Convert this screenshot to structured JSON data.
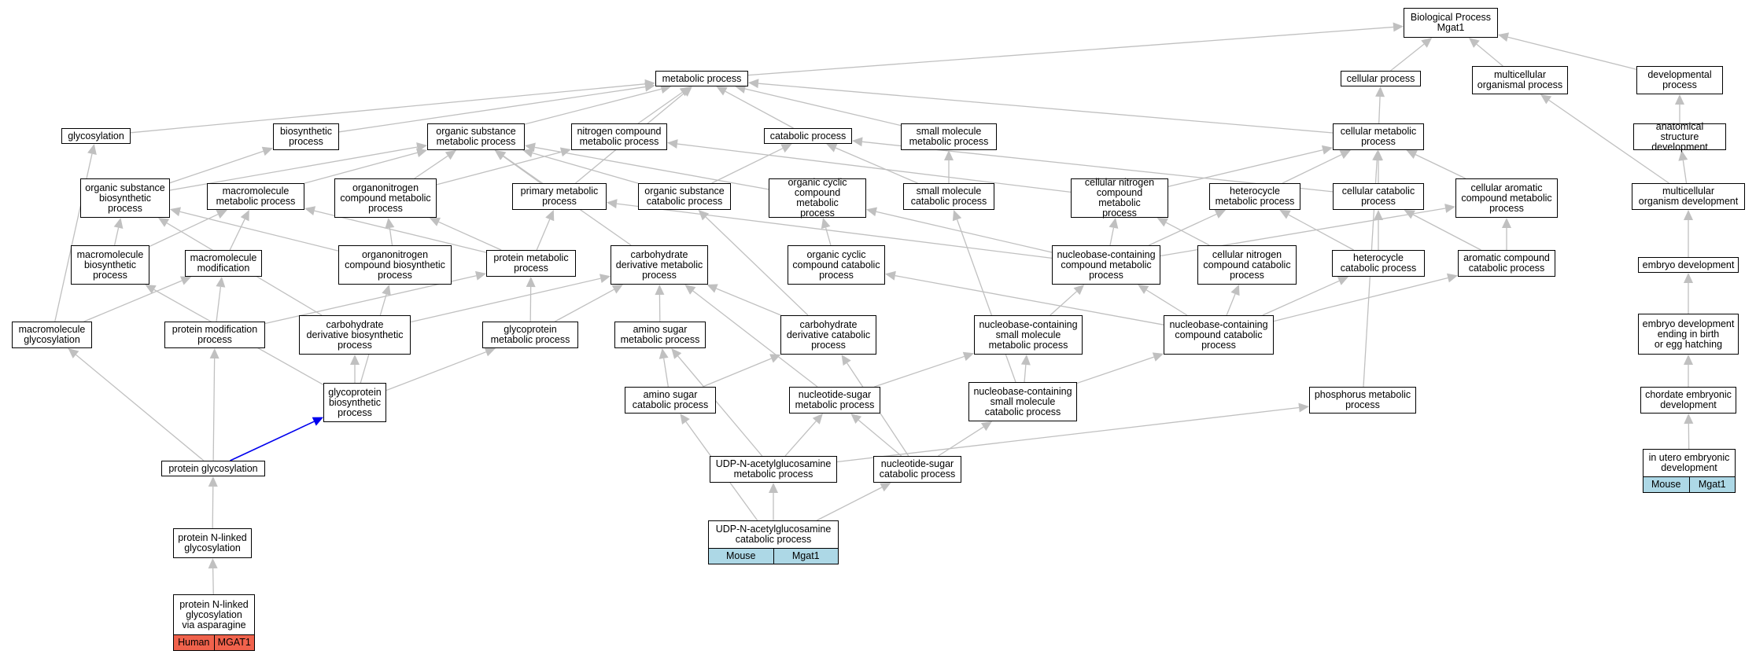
{
  "colors": {
    "edge": "#c0c0c0",
    "highlight_edge": "#0000ee",
    "mouse_tag": "#add8e6",
    "human_tag": "#f0624c",
    "node_border": "#000000"
  },
  "nodes": [
    {
      "id": "bp",
      "label": "Biological Process\nMgat1"
    },
    {
      "id": "metabolic",
      "label": "metabolic process"
    },
    {
      "id": "cellular_process",
      "label": "cellular process"
    },
    {
      "id": "multicellular_organismal",
      "label": "multicellular\norganismal process"
    },
    {
      "id": "developmental",
      "label": "developmental\nprocess"
    },
    {
      "id": "glycosylation",
      "label": "glycosylation"
    },
    {
      "id": "biosynthetic",
      "label": "biosynthetic\nprocess"
    },
    {
      "id": "organic_substance_metabolic",
      "label": "organic substance\nmetabolic process"
    },
    {
      "id": "nitrogen_compound_metabolic",
      "label": "nitrogen compound\nmetabolic process"
    },
    {
      "id": "catabolic",
      "label": "catabolic process"
    },
    {
      "id": "small_molecule_metabolic",
      "label": "small molecule\nmetabolic process"
    },
    {
      "id": "cellular_metabolic",
      "label": "cellular metabolic\nprocess"
    },
    {
      "id": "anatomical_structure_development",
      "label": "anatomical structure\ndevelopment"
    },
    {
      "id": "organic_substance_biosynthetic",
      "label": "organic substance\nbiosynthetic\nprocess"
    },
    {
      "id": "macromolecule_metabolic",
      "label": "macromolecule\nmetabolic process"
    },
    {
      "id": "organonitrogen_compound_metabolic",
      "label": "organonitrogen\ncompound metabolic\nprocess"
    },
    {
      "id": "primary_metabolic",
      "label": "primary metabolic\nprocess"
    },
    {
      "id": "organic_substance_catabolic",
      "label": "organic substance\ncatabolic process"
    },
    {
      "id": "organic_cyclic_compound_metabolic",
      "label": "organic cyclic\ncompound metabolic\nprocess"
    },
    {
      "id": "small_molecule_catabolic",
      "label": "small molecule\ncatabolic process"
    },
    {
      "id": "cellular_nitrogen_compound_metabolic",
      "label": "cellular nitrogen\ncompound metabolic\nprocess"
    },
    {
      "id": "heterocycle_metabolic",
      "label": "heterocycle\nmetabolic process"
    },
    {
      "id": "cellular_catabolic",
      "label": "cellular catabolic\nprocess"
    },
    {
      "id": "cellular_aromatic_compound_metabolic",
      "label": "cellular aromatic\ncompound metabolic\nprocess"
    },
    {
      "id": "multicellular_organism_development",
      "label": "multicellular\norganism development"
    },
    {
      "id": "macromolecule_biosynthetic",
      "label": "macromolecule\nbiosynthetic\nprocess"
    },
    {
      "id": "macromolecule_modification",
      "label": "macromolecule\nmodification"
    },
    {
      "id": "organonitrogen_compound_biosynthetic",
      "label": "organonitrogen\ncompound biosynthetic\nprocess"
    },
    {
      "id": "protein_metabolic",
      "label": "protein metabolic\nprocess"
    },
    {
      "id": "carbohydrate_derivative_metabolic",
      "label": "carbohydrate\nderivative metabolic\nprocess"
    },
    {
      "id": "organic_cyclic_compound_catabolic",
      "label": "organic cyclic\ncompound catabolic\nprocess"
    },
    {
      "id": "nucleobase_containing_compound_metabolic",
      "label": "nucleobase-containing\ncompound metabolic\nprocess"
    },
    {
      "id": "cellular_nitrogen_compound_catabolic",
      "label": "cellular nitrogen\ncompound catabolic\nprocess"
    },
    {
      "id": "heterocycle_catabolic",
      "label": "heterocycle\ncatabolic process"
    },
    {
      "id": "aromatic_compound_catabolic",
      "label": "aromatic compound\ncatabolic process"
    },
    {
      "id": "embryo_development",
      "label": "embryo development"
    },
    {
      "id": "macromolecule_glycosylation",
      "label": "macromolecule\nglycosylation"
    },
    {
      "id": "protein_modification",
      "label": "protein modification\nprocess"
    },
    {
      "id": "carbohydrate_derivative_biosynthetic",
      "label": "carbohydrate\nderivative biosynthetic\nprocess"
    },
    {
      "id": "glycoprotein_metabolic",
      "label": "glycoprotein\nmetabolic process"
    },
    {
      "id": "amino_sugar_metabolic",
      "label": "amino sugar\nmetabolic process"
    },
    {
      "id": "carbohydrate_derivative_catabolic",
      "label": "carbohydrate\nderivative catabolic\nprocess"
    },
    {
      "id": "nucleobase_containing_small_molecule_metabolic",
      "label": "nucleobase-containing\nsmall molecule\nmetabolic process"
    },
    {
      "id": "nucleobase_containing_compound_catabolic",
      "label": "nucleobase-containing\ncompound catabolic\nprocess"
    },
    {
      "id": "embryo_development_birth",
      "label": "embryo development\nending in birth\nor egg hatching"
    },
    {
      "id": "glycoprotein_biosynthetic",
      "label": "glycoprotein\nbiosynthetic\nprocess"
    },
    {
      "id": "amino_sugar_catabolic",
      "label": "amino sugar\ncatabolic process"
    },
    {
      "id": "nucleotide_sugar_metabolic",
      "label": "nucleotide-sugar\nmetabolic process"
    },
    {
      "id": "nucleobase_containing_small_molecule_catabolic",
      "label": "nucleobase-containing\nsmall molecule\ncatabolic process"
    },
    {
      "id": "phosphorus_metabolic",
      "label": "phosphorus metabolic\nprocess"
    },
    {
      "id": "chordate_embryonic_development",
      "label": "chordate embryonic\ndevelopment"
    },
    {
      "id": "protein_glycosylation",
      "label": "protein glycosylation"
    },
    {
      "id": "udp_glcnac_metabolic",
      "label": "UDP-N-acetylglucosamine\nmetabolic process"
    },
    {
      "id": "nucleotide_sugar_catabolic",
      "label": "nucleotide-sugar\ncatabolic process"
    },
    {
      "id": "in_utero_embryonic_development",
      "label": "in utero embryonic\ndevelopment",
      "tag": [
        "Mouse",
        "Mgat1"
      ],
      "tag_color": "mouse"
    },
    {
      "id": "protein_n_linked_glycosylation",
      "label": "protein N-linked\nglycosylation"
    },
    {
      "id": "udp_glcnac_catabolic",
      "label": "UDP-N-acetylglucosamine\ncatabolic process",
      "tag": [
        "Mouse",
        "Mgat1"
      ],
      "tag_color": "mouse"
    },
    {
      "id": "protein_n_linked_glycosylation_asparagine",
      "label": "protein N-linked\nglycosylation\nvia asparagine",
      "tag": [
        "Human",
        "MGAT1"
      ],
      "tag_color": "human"
    }
  ],
  "edges": [
    [
      "metabolic",
      "bp"
    ],
    [
      "cellular_process",
      "bp"
    ],
    [
      "multicellular_organismal",
      "bp"
    ],
    [
      "developmental",
      "bp"
    ],
    [
      "glycosylation",
      "metabolic"
    ],
    [
      "biosynthetic",
      "metabolic"
    ],
    [
      "organic_substance_metabolic",
      "metabolic"
    ],
    [
      "nitrogen_compound_metabolic",
      "metabolic"
    ],
    [
      "catabolic",
      "metabolic"
    ],
    [
      "small_molecule_metabolic",
      "metabolic"
    ],
    [
      "cellular_metabolic",
      "metabolic"
    ],
    [
      "primary_metabolic",
      "metabolic"
    ],
    [
      "cellular_metabolic",
      "cellular_process"
    ],
    [
      "multicellular_organism_development",
      "multicellular_organismal"
    ],
    [
      "anatomical_structure_development",
      "developmental"
    ],
    [
      "multicellular_organism_development",
      "anatomical_structure_development"
    ],
    [
      "organic_substance_biosynthetic",
      "biosynthetic"
    ],
    [
      "organic_substance_biosynthetic",
      "organic_substance_metabolic"
    ],
    [
      "macromolecule_metabolic",
      "organic_substance_metabolic"
    ],
    [
      "organonitrogen_compound_metabolic",
      "organic_substance_metabolic"
    ],
    [
      "organonitrogen_compound_metabolic",
      "nitrogen_compound_metabolic"
    ],
    [
      "primary_metabolic",
      "organic_substance_metabolic"
    ],
    [
      "organic_substance_catabolic",
      "organic_substance_metabolic"
    ],
    [
      "organic_substance_catabolic",
      "catabolic"
    ],
    [
      "small_molecule_catabolic",
      "catabolic"
    ],
    [
      "small_molecule_catabolic",
      "small_molecule_metabolic"
    ],
    [
      "cellular_catabolic",
      "catabolic"
    ],
    [
      "cellular_catabolic",
      "cellular_metabolic"
    ],
    [
      "cellular_nitrogen_compound_metabolic",
      "cellular_metabolic"
    ],
    [
      "heterocycle_metabolic",
      "cellular_metabolic"
    ],
    [
      "cellular_aromatic_compound_metabolic",
      "cellular_metabolic"
    ],
    [
      "cellular_nitrogen_compound_metabolic",
      "nitrogen_compound_metabolic"
    ],
    [
      "organic_cyclic_compound_metabolic",
      "organic_substance_metabolic"
    ],
    [
      "macromolecule_biosynthetic",
      "organic_substance_biosynthetic"
    ],
    [
      "macromolecule_biosynthetic",
      "macromolecule_metabolic"
    ],
    [
      "macromolecule_modification",
      "macromolecule_metabolic"
    ],
    [
      "organonitrogen_compound_biosynthetic",
      "organonitrogen_compound_metabolic"
    ],
    [
      "organonitrogen_compound_biosynthetic",
      "organic_substance_biosynthetic"
    ],
    [
      "protein_metabolic",
      "macromolecule_metabolic"
    ],
    [
      "protein_metabolic",
      "organonitrogen_compound_metabolic"
    ],
    [
      "protein_metabolic",
      "primary_metabolic"
    ],
    [
      "carbohydrate_derivative_metabolic",
      "organic_substance_metabolic"
    ],
    [
      "organic_cyclic_compound_catabolic",
      "organic_cyclic_compound_metabolic"
    ],
    [
      "nucleobase_containing_compound_metabolic",
      "cellular_nitrogen_compound_metabolic"
    ],
    [
      "nucleobase_containing_compound_metabolic",
      "heterocycle_metabolic"
    ],
    [
      "nucleobase_containing_compound_metabolic",
      "organic_cyclic_compound_metabolic"
    ],
    [
      "nucleobase_containing_compound_metabolic",
      "cellular_aromatic_compound_metabolic"
    ],
    [
      "nucleobase_containing_compound_metabolic",
      "primary_metabolic"
    ],
    [
      "cellular_nitrogen_compound_catabolic",
      "cellular_nitrogen_compound_metabolic"
    ],
    [
      "heterocycle_catabolic",
      "heterocycle_metabolic"
    ],
    [
      "heterocycle_catabolic",
      "cellular_catabolic"
    ],
    [
      "aromatic_compound_catabolic",
      "cellular_aromatic_compound_metabolic"
    ],
    [
      "aromatic_compound_catabolic",
      "cellular_catabolic"
    ],
    [
      "embryo_development",
      "multicellular_organism_development"
    ],
    [
      "macromolecule_glycosylation",
      "glycosylation"
    ],
    [
      "macromolecule_glycosylation",
      "macromolecule_modification"
    ],
    [
      "protein_modification",
      "macromolecule_modification"
    ],
    [
      "protein_modification",
      "protein_metabolic"
    ],
    [
      "carbohydrate_derivative_biosynthetic",
      "carbohydrate_derivative_metabolic"
    ],
    [
      "carbohydrate_derivative_biosynthetic",
      "organic_substance_biosynthetic"
    ],
    [
      "glycoprotein_metabolic",
      "carbohydrate_derivative_metabolic"
    ],
    [
      "glycoprotein_metabolic",
      "protein_metabolic"
    ],
    [
      "amino_sugar_metabolic",
      "carbohydrate_derivative_metabolic"
    ],
    [
      "carbohydrate_derivative_catabolic",
      "carbohydrate_derivative_metabolic"
    ],
    [
      "carbohydrate_derivative_catabolic",
      "organic_substance_catabolic"
    ],
    [
      "nucleobase_containing_small_molecule_metabolic",
      "nucleobase_containing_compound_metabolic"
    ],
    [
      "nucleobase_containing_compound_catabolic",
      "nucleobase_containing_compound_metabolic"
    ],
    [
      "nucleobase_containing_compound_catabolic",
      "cellular_nitrogen_compound_catabolic"
    ],
    [
      "nucleobase_containing_compound_catabolic",
      "heterocycle_catabolic"
    ],
    [
      "nucleobase_containing_compound_catabolic",
      "aromatic_compound_catabolic"
    ],
    [
      "nucleobase_containing_compound_catabolic",
      "organic_cyclic_compound_catabolic"
    ],
    [
      "embryo_development_birth",
      "embryo_development"
    ],
    [
      "glycoprotein_biosynthetic",
      "macromolecule_biosynthetic"
    ],
    [
      "glycoprotein_biosynthetic",
      "carbohydrate_derivative_biosynthetic"
    ],
    [
      "glycoprotein_biosynthetic",
      "glycoprotein_metabolic"
    ],
    [
      "glycoprotein_biosynthetic",
      "organonitrogen_compound_biosynthetic"
    ],
    [
      "amino_sugar_catabolic",
      "amino_sugar_metabolic"
    ],
    [
      "amino_sugar_catabolic",
      "carbohydrate_derivative_catabolic"
    ],
    [
      "nucleotide_sugar_metabolic",
      "carbohydrate_derivative_metabolic"
    ],
    [
      "nucleotide_sugar_metabolic",
      "nucleobase_containing_small_molecule_metabolic"
    ],
    [
      "nucleobase_containing_small_molecule_catabolic",
      "nucleobase_containing_small_molecule_metabolic"
    ],
    [
      "nucleobase_containing_small_molecule_catabolic",
      "nucleobase_containing_compound_catabolic"
    ],
    [
      "nucleobase_containing_small_molecule_catabolic",
      "small_molecule_catabolic"
    ],
    [
      "phosphorus_metabolic",
      "cellular_metabolic"
    ],
    [
      "chordate_embryonic_development",
      "embryo_development_birth"
    ],
    [
      "protein_glycosylation",
      "macromolecule_glycosylation"
    ],
    [
      "protein_glycosylation",
      "protein_modification"
    ],
    [
      "protein_glycosylation",
      "glycoprotein_biosynthetic",
      "highlight"
    ],
    [
      "udp_glcnac_metabolic",
      "nucleotide_sugar_metabolic"
    ],
    [
      "udp_glcnac_metabolic",
      "amino_sugar_metabolic"
    ],
    [
      "udp_glcnac_metabolic",
      "phosphorus_metabolic"
    ],
    [
      "nucleotide_sugar_catabolic",
      "nucleotide_sugar_metabolic"
    ],
    [
      "nucleotide_sugar_catabolic",
      "nucleobase_containing_small_molecule_catabolic"
    ],
    [
      "nucleotide_sugar_catabolic",
      "carbohydrate_derivative_catabolic"
    ],
    [
      "in_utero_embryonic_development",
      "chordate_embryonic_development"
    ],
    [
      "protein_n_linked_glycosylation",
      "protein_glycosylation"
    ],
    [
      "udp_glcnac_catabolic",
      "udp_glcnac_metabolic"
    ],
    [
      "udp_glcnac_catabolic",
      "amino_sugar_catabolic"
    ],
    [
      "udp_glcnac_catabolic",
      "nucleotide_sugar_catabolic"
    ],
    [
      "protein_n_linked_glycosylation_asparagine",
      "protein_n_linked_glycosylation"
    ]
  ]
}
